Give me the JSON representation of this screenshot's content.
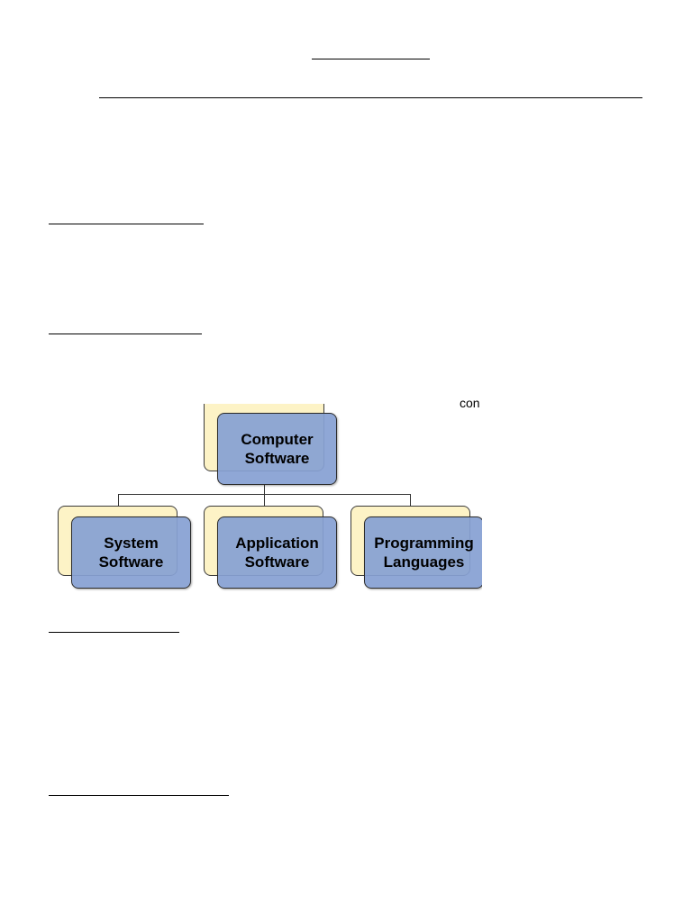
{
  "diagram": {
    "root": {
      "line1": "Computer",
      "line2": "Software"
    },
    "children": [
      {
        "line1": "System",
        "line2": "Software"
      },
      {
        "line1": "Application",
        "line2": "Software"
      },
      {
        "line1": "Programming",
        "line2": "Languages"
      }
    ],
    "fragment_text": "con"
  },
  "colors": {
    "node_fill": "#86a0d3",
    "shadow_fill": "#fdf3c6",
    "border": "#2b2b2b"
  }
}
